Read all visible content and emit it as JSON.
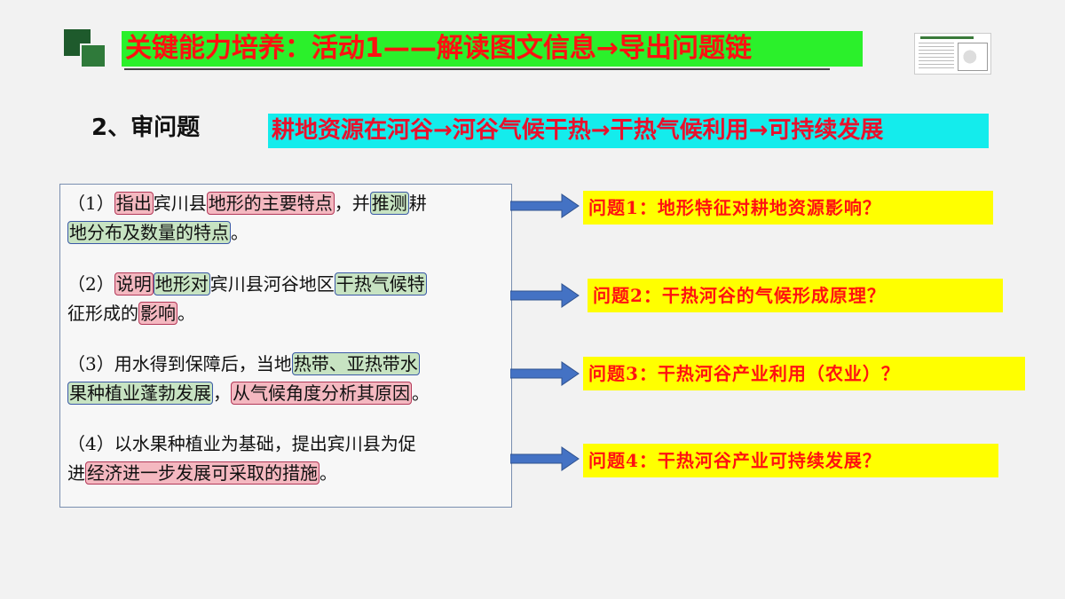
{
  "header": {
    "title": "关键能力培养：活动1——解读图文信息→导出问题链"
  },
  "section": {
    "title": "2、审问题",
    "chain": "耕地资源在河谷→河谷气候干热→干热气候利用→可持续发展"
  },
  "questions": [
    {
      "l1_a": "（1）",
      "l1_b": "指出",
      "l1_c": "宾川县",
      "l1_d": "地形的主要特点",
      "l1_e": "，并",
      "l1_f": "推测",
      "l1_g": "耕",
      "l2_a": "地分布及数量的特点",
      "l2_b": "。"
    },
    {
      "l1_a": "（2）",
      "l1_b": "说明",
      "l1_c": "地形对",
      "l1_d": "宾川县河谷地区",
      "l1_e": "干热气候特",
      "l2_a": "征形成的",
      "l2_b": "影响",
      "l2_c": "。"
    },
    {
      "l1_a": "（3）用水得到保障后，当地",
      "l1_b": "热带、亚热带水",
      "l2_a": "果种植业蓬勃发展",
      "l2_b": "，",
      "l2_c": "从气候角度分析其原因",
      "l2_d": "。"
    },
    {
      "l1_a": "（4）以水果种植业为基础，提出宾川县为促",
      "l2_a": "进",
      "l2_b": "经济进一步发展可采取的措施",
      "l2_c": "。"
    }
  ],
  "answers": [
    "问题1：地形特征对耕地资源影响？",
    "问题2：干热河谷的气候形成原理？",
    "问题3：干热河谷产业利用（农业）？",
    "问题4：干热河谷产业可持续发展？"
  ],
  "colors": {
    "title_bg": "#2bf02b",
    "title_text": "#ff1111",
    "chain_bg": "#14ecec",
    "chain_text": "#e8112d",
    "answer_bg": "#ffff00",
    "arrow": "#4472c4",
    "highlight_red": "#f4b8c0",
    "highlight_green": "#c7e3c2"
  },
  "icons": {
    "logo": "green-squares-logo",
    "thumbnail": "document-thumbnail-icon",
    "arrows": "right-arrow-icon"
  }
}
